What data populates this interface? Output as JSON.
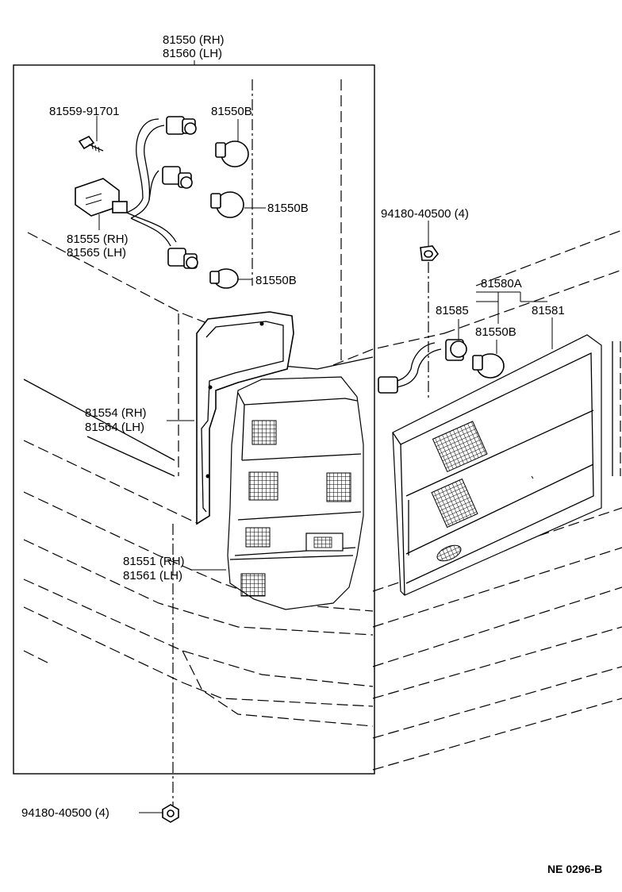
{
  "labels": {
    "assy_rh": "81550 (RH)",
    "assy_lh": "81560 (LH)",
    "screw": "81559-91701",
    "bulb_top": "81550B",
    "bulb_mid": "81550B",
    "bulb_bot": "81550B",
    "socket_rh": "81555 (RH)",
    "socket_lh": "81565 (LH)",
    "gasket_rh": "81554 (RH)",
    "gasket_lh": "81564 (LH)",
    "lens_rh": "81551 (RH)",
    "lens_lh": "81561 (LH)",
    "nut_top": "94180-40500 (4)",
    "nut_bottom": "94180-40500 (4)",
    "back_assy": "81580A",
    "back_socket": "81585",
    "back_bulb": "81550B",
    "back_lens": "81581"
  },
  "figure_code": "NE 0296-B"
}
